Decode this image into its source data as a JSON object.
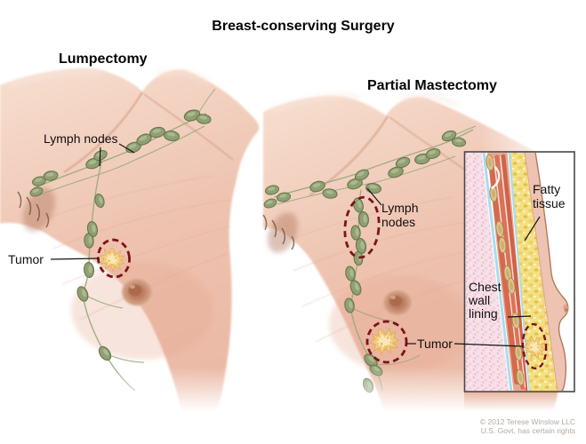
{
  "title": "Breast-conserving Surgery",
  "panel_left": {
    "title": "Lumpectomy",
    "label_lymph_nodes": "Lymph nodes",
    "label_tumor": "Tumor"
  },
  "panel_right": {
    "title": "Partial Mastectomy",
    "label_lymph_nodes": "Lymph nodes",
    "label_tumor": "Tumor"
  },
  "inset": {
    "label_fatty_tissue": "Fatty tissue",
    "label_chest_wall_lining": "Chest wall lining"
  },
  "credit": {
    "line1": "© 2012 Terese Winslow LLC",
    "line2": "U.S. Govt. has certain rights"
  },
  "colors": {
    "skin": "#eec3b2",
    "lymph_node": "#90a074",
    "lymph_vessel": "#9aa87d",
    "dashed_marker": "#7a1418",
    "tumor": "#f2cb79",
    "fatty_tissue": "#f4e083",
    "muscle": "#d86f55",
    "chest_wall_lining_blue": "#aadcef",
    "credit_text": "#b4a89f"
  }
}
